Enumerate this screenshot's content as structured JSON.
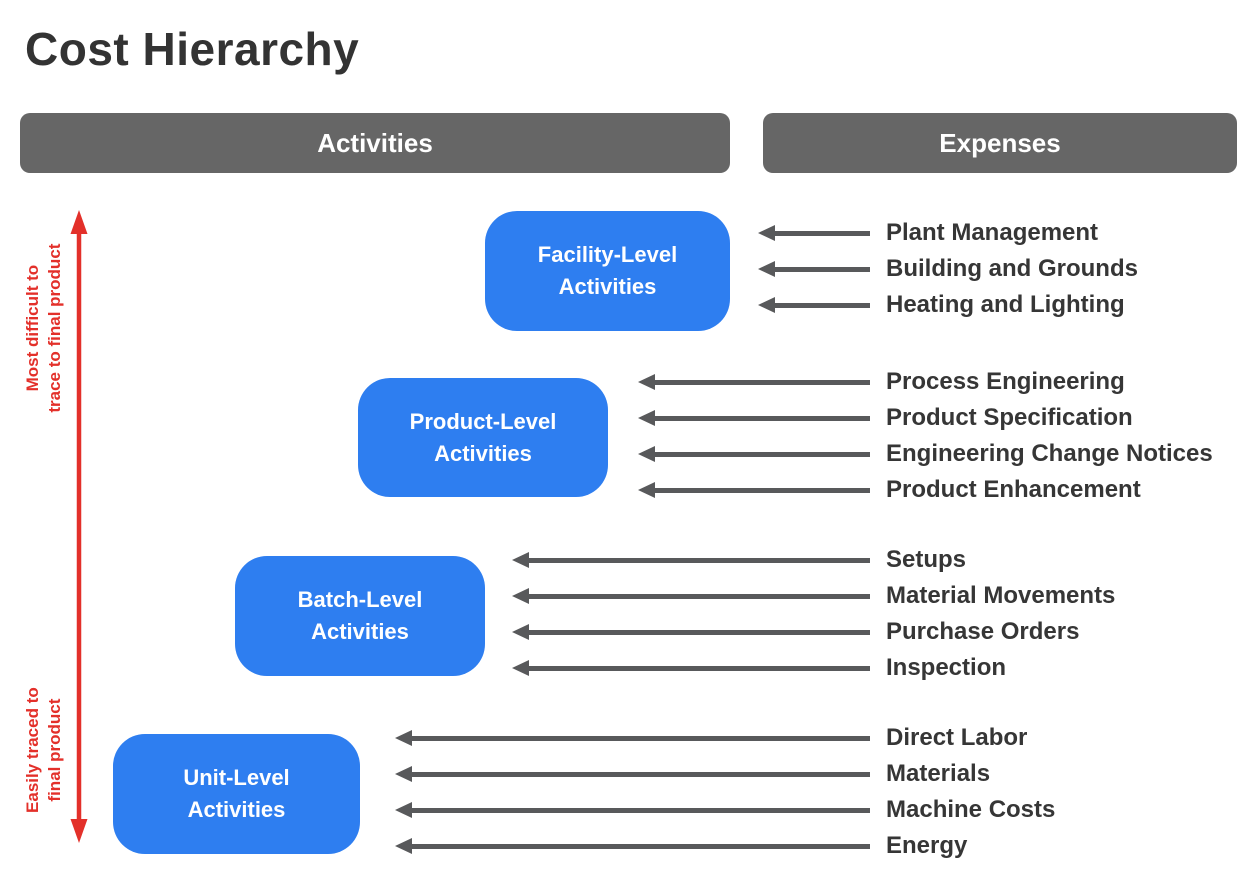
{
  "title": "Cost Hierarchy",
  "headers": {
    "activities": "Activities",
    "expenses": "Expenses"
  },
  "trace_scale": {
    "top_line1": "Most difficult to",
    "top_line2": "trace to final product",
    "bottom_line1": "Easily traced to",
    "bottom_line2": "final product"
  },
  "levels": [
    {
      "line1": "Facility-Level",
      "line2": "Activities",
      "expenses": [
        "Plant Management",
        "Building and Grounds",
        "Heating and Lighting"
      ]
    },
    {
      "line1": "Product-Level",
      "line2": "Activities",
      "expenses": [
        "Process Engineering",
        "Product Specification",
        "Engineering Change Notices",
        "Product Enhancement"
      ]
    },
    {
      "line1": "Batch-Level",
      "line2": "Activities",
      "expenses": [
        "Setups",
        "Material Movements",
        "Purchase Orders",
        "Inspection"
      ]
    },
    {
      "line1": "Unit-Level",
      "line2": "Activities",
      "expenses": [
        "Direct Labor",
        "Materials",
        "Machine Costs",
        "Energy"
      ]
    }
  ],
  "colors": {
    "box_blue": "#2e7ef0",
    "header_gray": "#666666",
    "arrow_gray": "#58595b",
    "trace_red": "#e3302a",
    "text_dark": "#333333"
  }
}
